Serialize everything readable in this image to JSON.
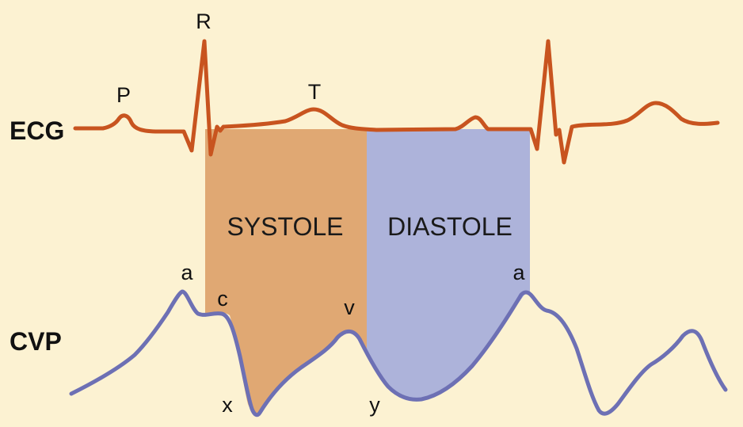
{
  "colors": {
    "background": "#fcf2d2",
    "ecg_trace": "#c8541f",
    "cvp_trace": "#6d70b4",
    "systole_fill": "#e0a873",
    "diastole_fill": "#adb3da"
  },
  "rows": {
    "ecg": "ECG",
    "cvp": "CVP"
  },
  "ecg_waves": {
    "p": "P",
    "r": "R",
    "t": "T"
  },
  "phases": {
    "systole": "SYSTOLE",
    "diastole": "DIASTOLE"
  },
  "cvp_waves": {
    "a1": "a",
    "c": "c",
    "x": "x",
    "v": "v",
    "y": "y",
    "a2": "a"
  }
}
